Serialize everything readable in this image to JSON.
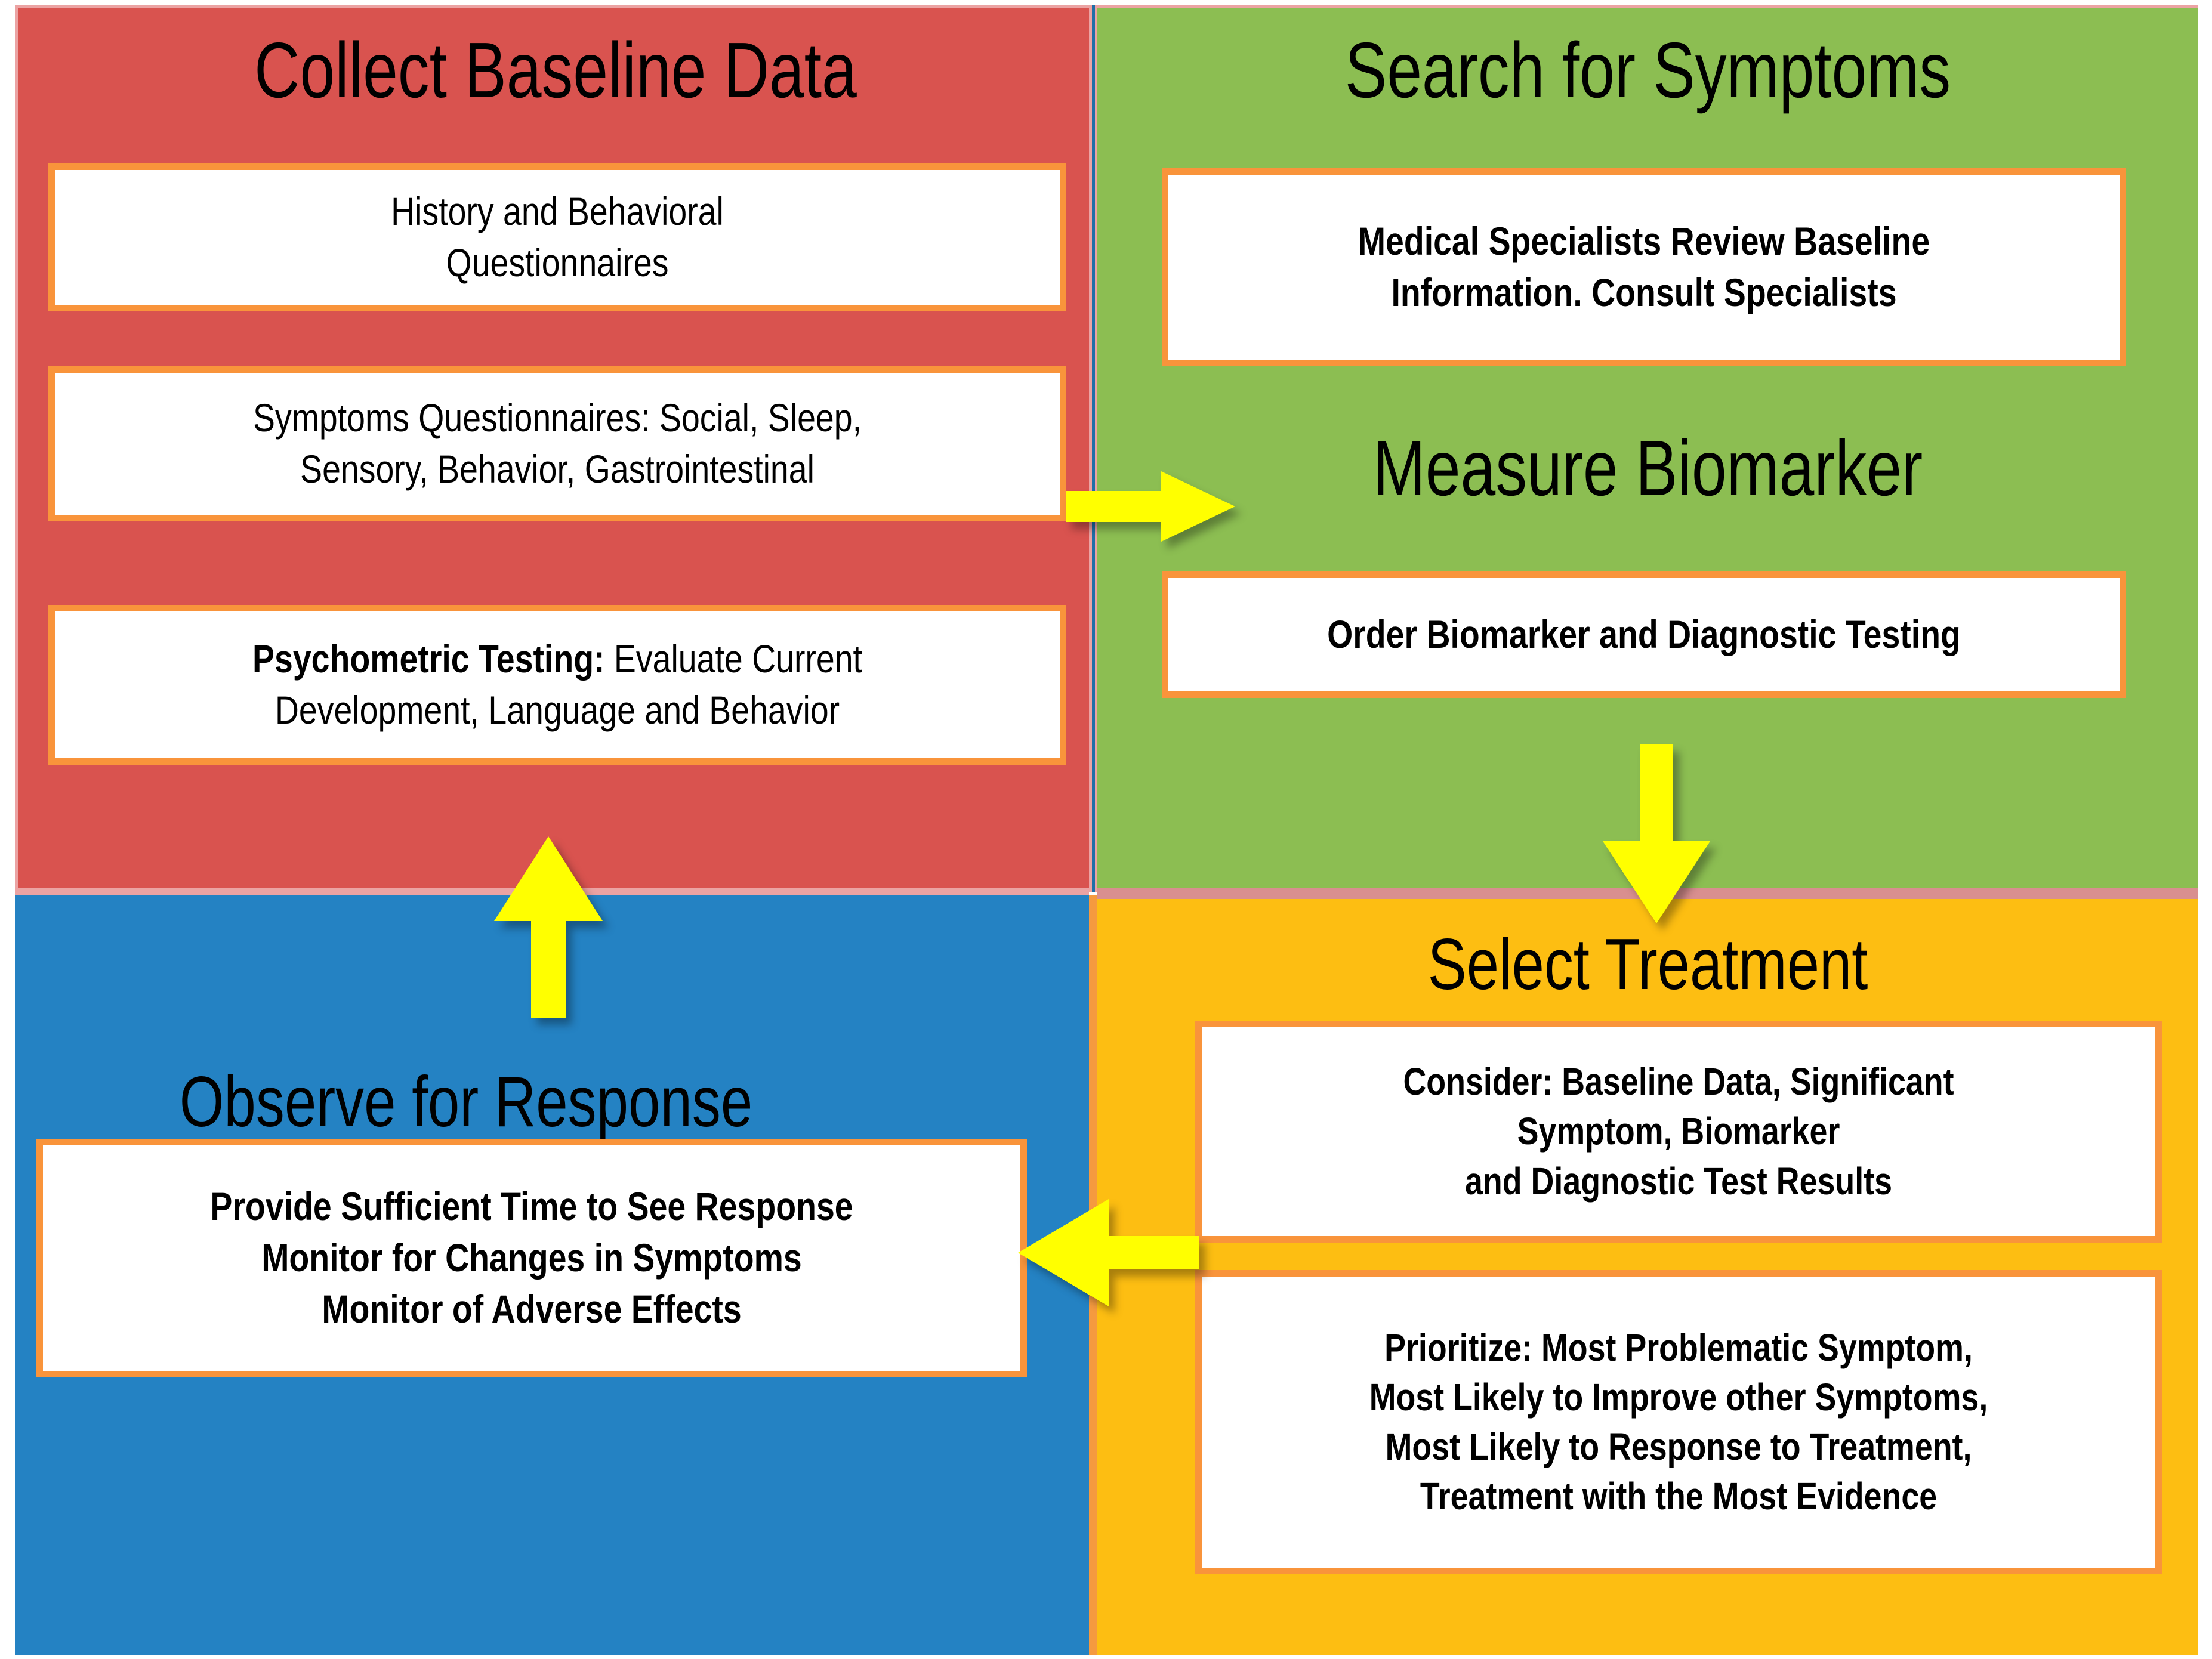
{
  "colors": {
    "baseline_panel": "#d9534f",
    "symptoms_panel": "#8cbe52",
    "observe_panel": "#2482c3",
    "treatment_panel": "#fdbe12",
    "box_border": "#f9943b",
    "box_fill": "#ffffff",
    "arrow": "#ffff00",
    "text": "#000000"
  },
  "quadrants": {
    "baseline": {
      "title": "Collect Baseline Data",
      "boxes": [
        {
          "lines": [
            "History and Behavioral",
            "Questionnaires"
          ],
          "bold": false
        },
        {
          "lines": [
            "Symptoms Questionnaires: Social, Sleep,",
            "Sensory, Behavior, Gastrointestinal"
          ],
          "bold": false
        },
        {
          "lead": "Psychometric Testing:",
          "rest": " Evaluate Current",
          "lines": [
            "Psychometric Testing: Evaluate Current",
            "Development, Language and Behavior"
          ],
          "bold": false
        }
      ]
    },
    "symptoms": {
      "title": "Search for Symptoms",
      "boxes": [
        {
          "lines": [
            "Medical Specialists Review Baseline",
            "Information. Consult Specialists"
          ],
          "bold": true
        }
      ]
    },
    "biomarker": {
      "title": "Measure Biomarker",
      "boxes": [
        {
          "lines": [
            "Order Biomarker and Diagnostic Testing"
          ],
          "bold": true
        }
      ]
    },
    "observe": {
      "title": "Observe for Response",
      "boxes": [
        {
          "lines": [
            "Provide Sufficient Time to See Response",
            "Monitor for Changes in Symptoms",
            "Monitor of Adverse Effects"
          ],
          "bold": true
        }
      ]
    },
    "treatment": {
      "title": "Select Treatment",
      "boxes": [
        {
          "lines": [
            "Consider: Baseline Data, Significant",
            "Symptom, Biomarker",
            "and Diagnostic Test Results"
          ],
          "bold": true
        },
        {
          "lines": [
            "Prioritize: Most Problematic Symptom,",
            "Most Likely to Improve other Symptoms,",
            "Most Likely to Response to Treatment,",
            "Treatment with the Most Evidence"
          ],
          "bold": true
        }
      ]
    }
  },
  "arrows": [
    {
      "name": "arrow-right-baseline-to-biomarker",
      "direction": "right"
    },
    {
      "name": "arrow-down-biomarker-to-treatment",
      "direction": "down"
    },
    {
      "name": "arrow-left-treatment-to-observe",
      "direction": "left"
    },
    {
      "name": "arrow-up-observe-to-baseline",
      "direction": "up"
    }
  ]
}
